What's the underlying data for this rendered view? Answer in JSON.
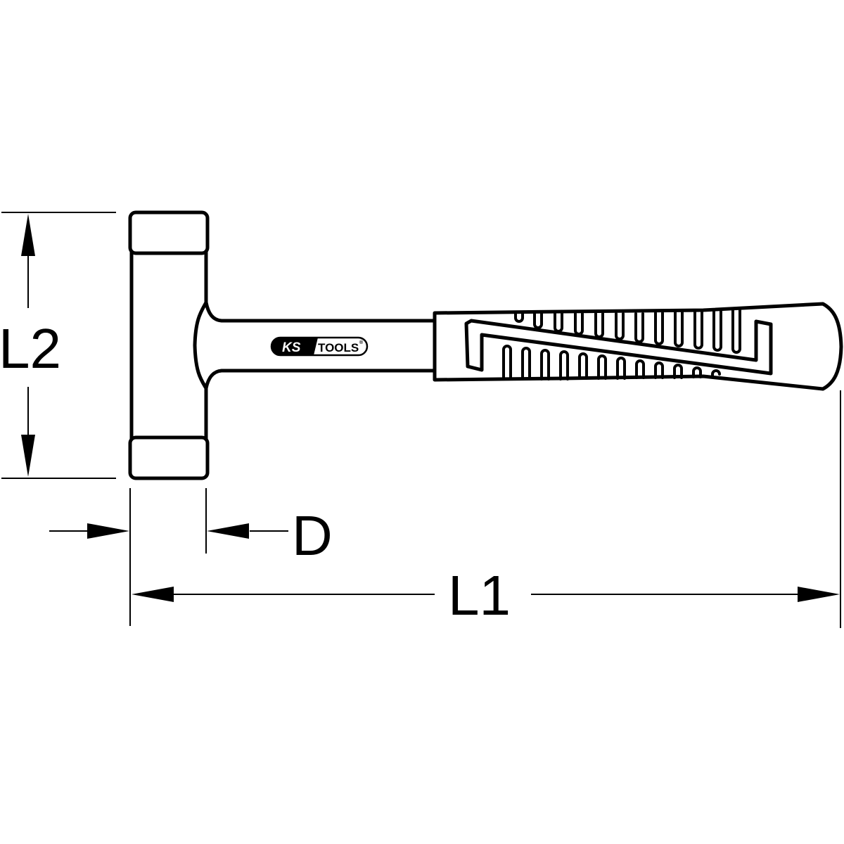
{
  "diagram": {
    "subject": "hammer dimension drawing",
    "stroke_color": "#000000",
    "background_color": "#ffffff",
    "brand_logo": {
      "prefix": "KS",
      "suffix": "TOOLS",
      "registered_mark": "®"
    },
    "dimensions": {
      "overall_length": {
        "label": "L1"
      },
      "head_length": {
        "label": "L2"
      },
      "face_diameter": {
        "label": "D"
      }
    }
  }
}
